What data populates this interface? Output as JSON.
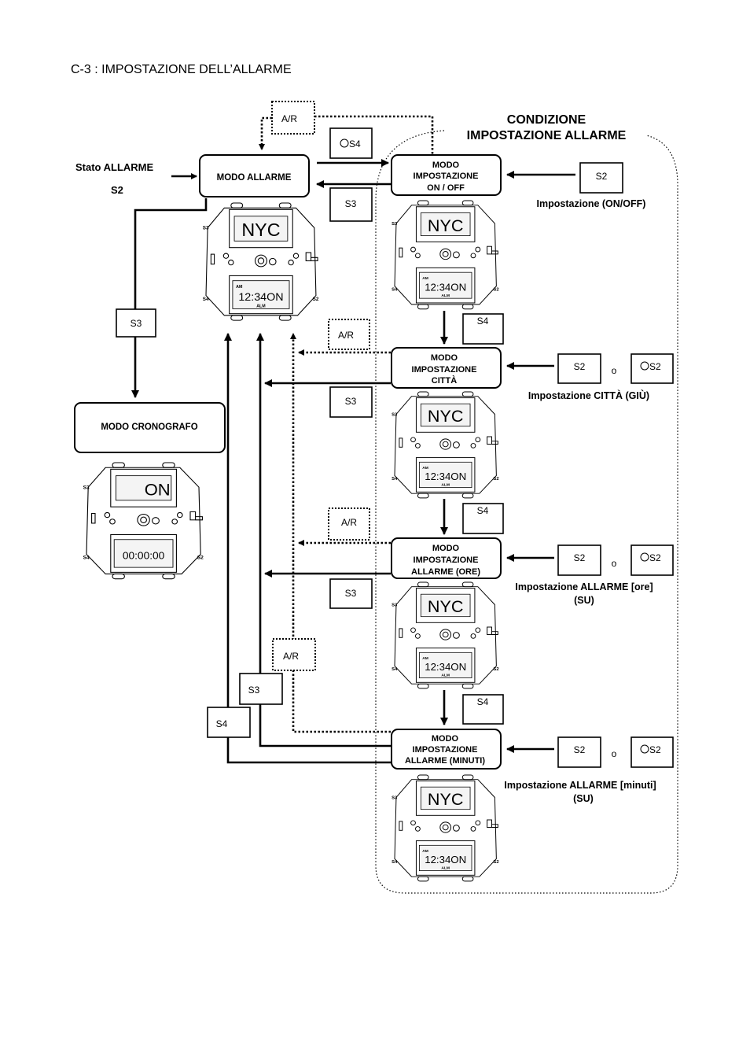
{
  "title": "C-3 : IMPOSTAZIONE DELL’ALLARME",
  "region_title": [
    "CONDIZIONE",
    "IMPOSTAZIONE ALLARME"
  ],
  "start": {
    "label": "Stato ALLARME",
    "button": "S2"
  },
  "modes": {
    "alarm": "MODO ALLARME",
    "chrono": "MODO CRONOGRAFO",
    "onoff": [
      "MODO",
      "IMPOSTAZIONE",
      "ON / OFF"
    ],
    "city": [
      "MODO",
      "IMPOSTAZIONE",
      "CITTÀ"
    ],
    "hour": [
      "MODO",
      "IMPOSTAZIONE",
      "ALLARME (ORE)"
    ],
    "minute": [
      "MODO",
      "IMPOSTAZIONE",
      "ALLARME (MINUTI)"
    ]
  },
  "buttons": {
    "ar": "A/R",
    "s2": "S2",
    "s3": "S3",
    "s4": "S4",
    "or": "o",
    "s2_hold": "S2",
    "s4_hold": "S4"
  },
  "captions": {
    "onoff": "Impostazione (ON/OFF)",
    "city": "Impostazione CITTÀ (GIÙ)",
    "hour": [
      "Impostazione ALLARME [ore]",
      "(SU)"
    ],
    "minute": [
      "Impostazione ALLARME [minuti]",
      "(SU)"
    ]
  },
  "watch": {
    "top_display": "NYC",
    "bottom_display": "12:34ON",
    "am": "AM",
    "alm": "ALM",
    "chrono_top": "ON",
    "chrono_bottom": "00:00:00",
    "crown_labels": [
      "S3",
      "S4",
      "S2"
    ]
  }
}
